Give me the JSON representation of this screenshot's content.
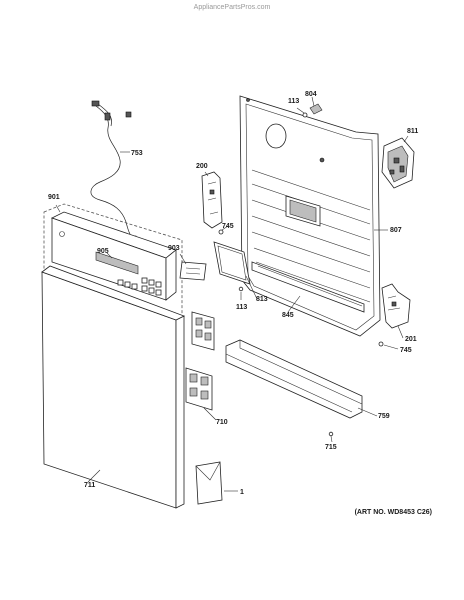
{
  "site": "AppliancePartsPros.com",
  "art_number": "(ART NO. WD8453 C26)",
  "parts": [
    {
      "id": "753"
    },
    {
      "id": "901"
    },
    {
      "id": "905"
    },
    {
      "id": "903"
    },
    {
      "id": "200"
    },
    {
      "id": "745a",
      "label": "745"
    },
    {
      "id": "113a",
      "label": "113"
    },
    {
      "id": "804"
    },
    {
      "id": "811"
    },
    {
      "id": "807"
    },
    {
      "id": "813"
    },
    {
      "id": "113b",
      "label": "113"
    },
    {
      "id": "845"
    },
    {
      "id": "201"
    },
    {
      "id": "745b",
      "label": "745"
    },
    {
      "id": "710"
    },
    {
      "id": "759"
    },
    {
      "id": "715"
    },
    {
      "id": "711"
    },
    {
      "id": "1"
    }
  ]
}
